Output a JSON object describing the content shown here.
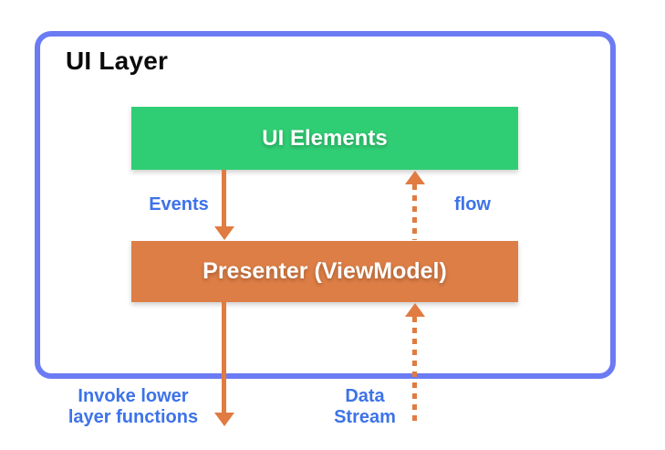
{
  "diagram": {
    "title": "UI Layer",
    "boxes": {
      "ui_elements": {
        "label": "UI Elements"
      },
      "presenter": {
        "label": "Presenter (ViewModel)"
      }
    },
    "arrows": {
      "events": {
        "label": "Events",
        "style": "solid",
        "direction": "down"
      },
      "flow": {
        "label": "flow",
        "style": "dashed",
        "direction": "up"
      },
      "invoke": {
        "label_line1": "Invoke lower",
        "label_line2": "layer functions",
        "style": "solid",
        "direction": "down"
      },
      "data_stream": {
        "label_line1": "Data",
        "label_line2": "Stream",
        "style": "dashed",
        "direction": "up"
      }
    }
  },
  "colors": {
    "border-blue": "#6b7bf3",
    "label-blue": "#3d73e8",
    "arrow-orange": "#e07b42",
    "box-green": "#30ce74",
    "box-orange": "#dd7e46",
    "title-black": "#0a0a0a",
    "box-text": "#ffffff",
    "background": "#ffffff"
  }
}
